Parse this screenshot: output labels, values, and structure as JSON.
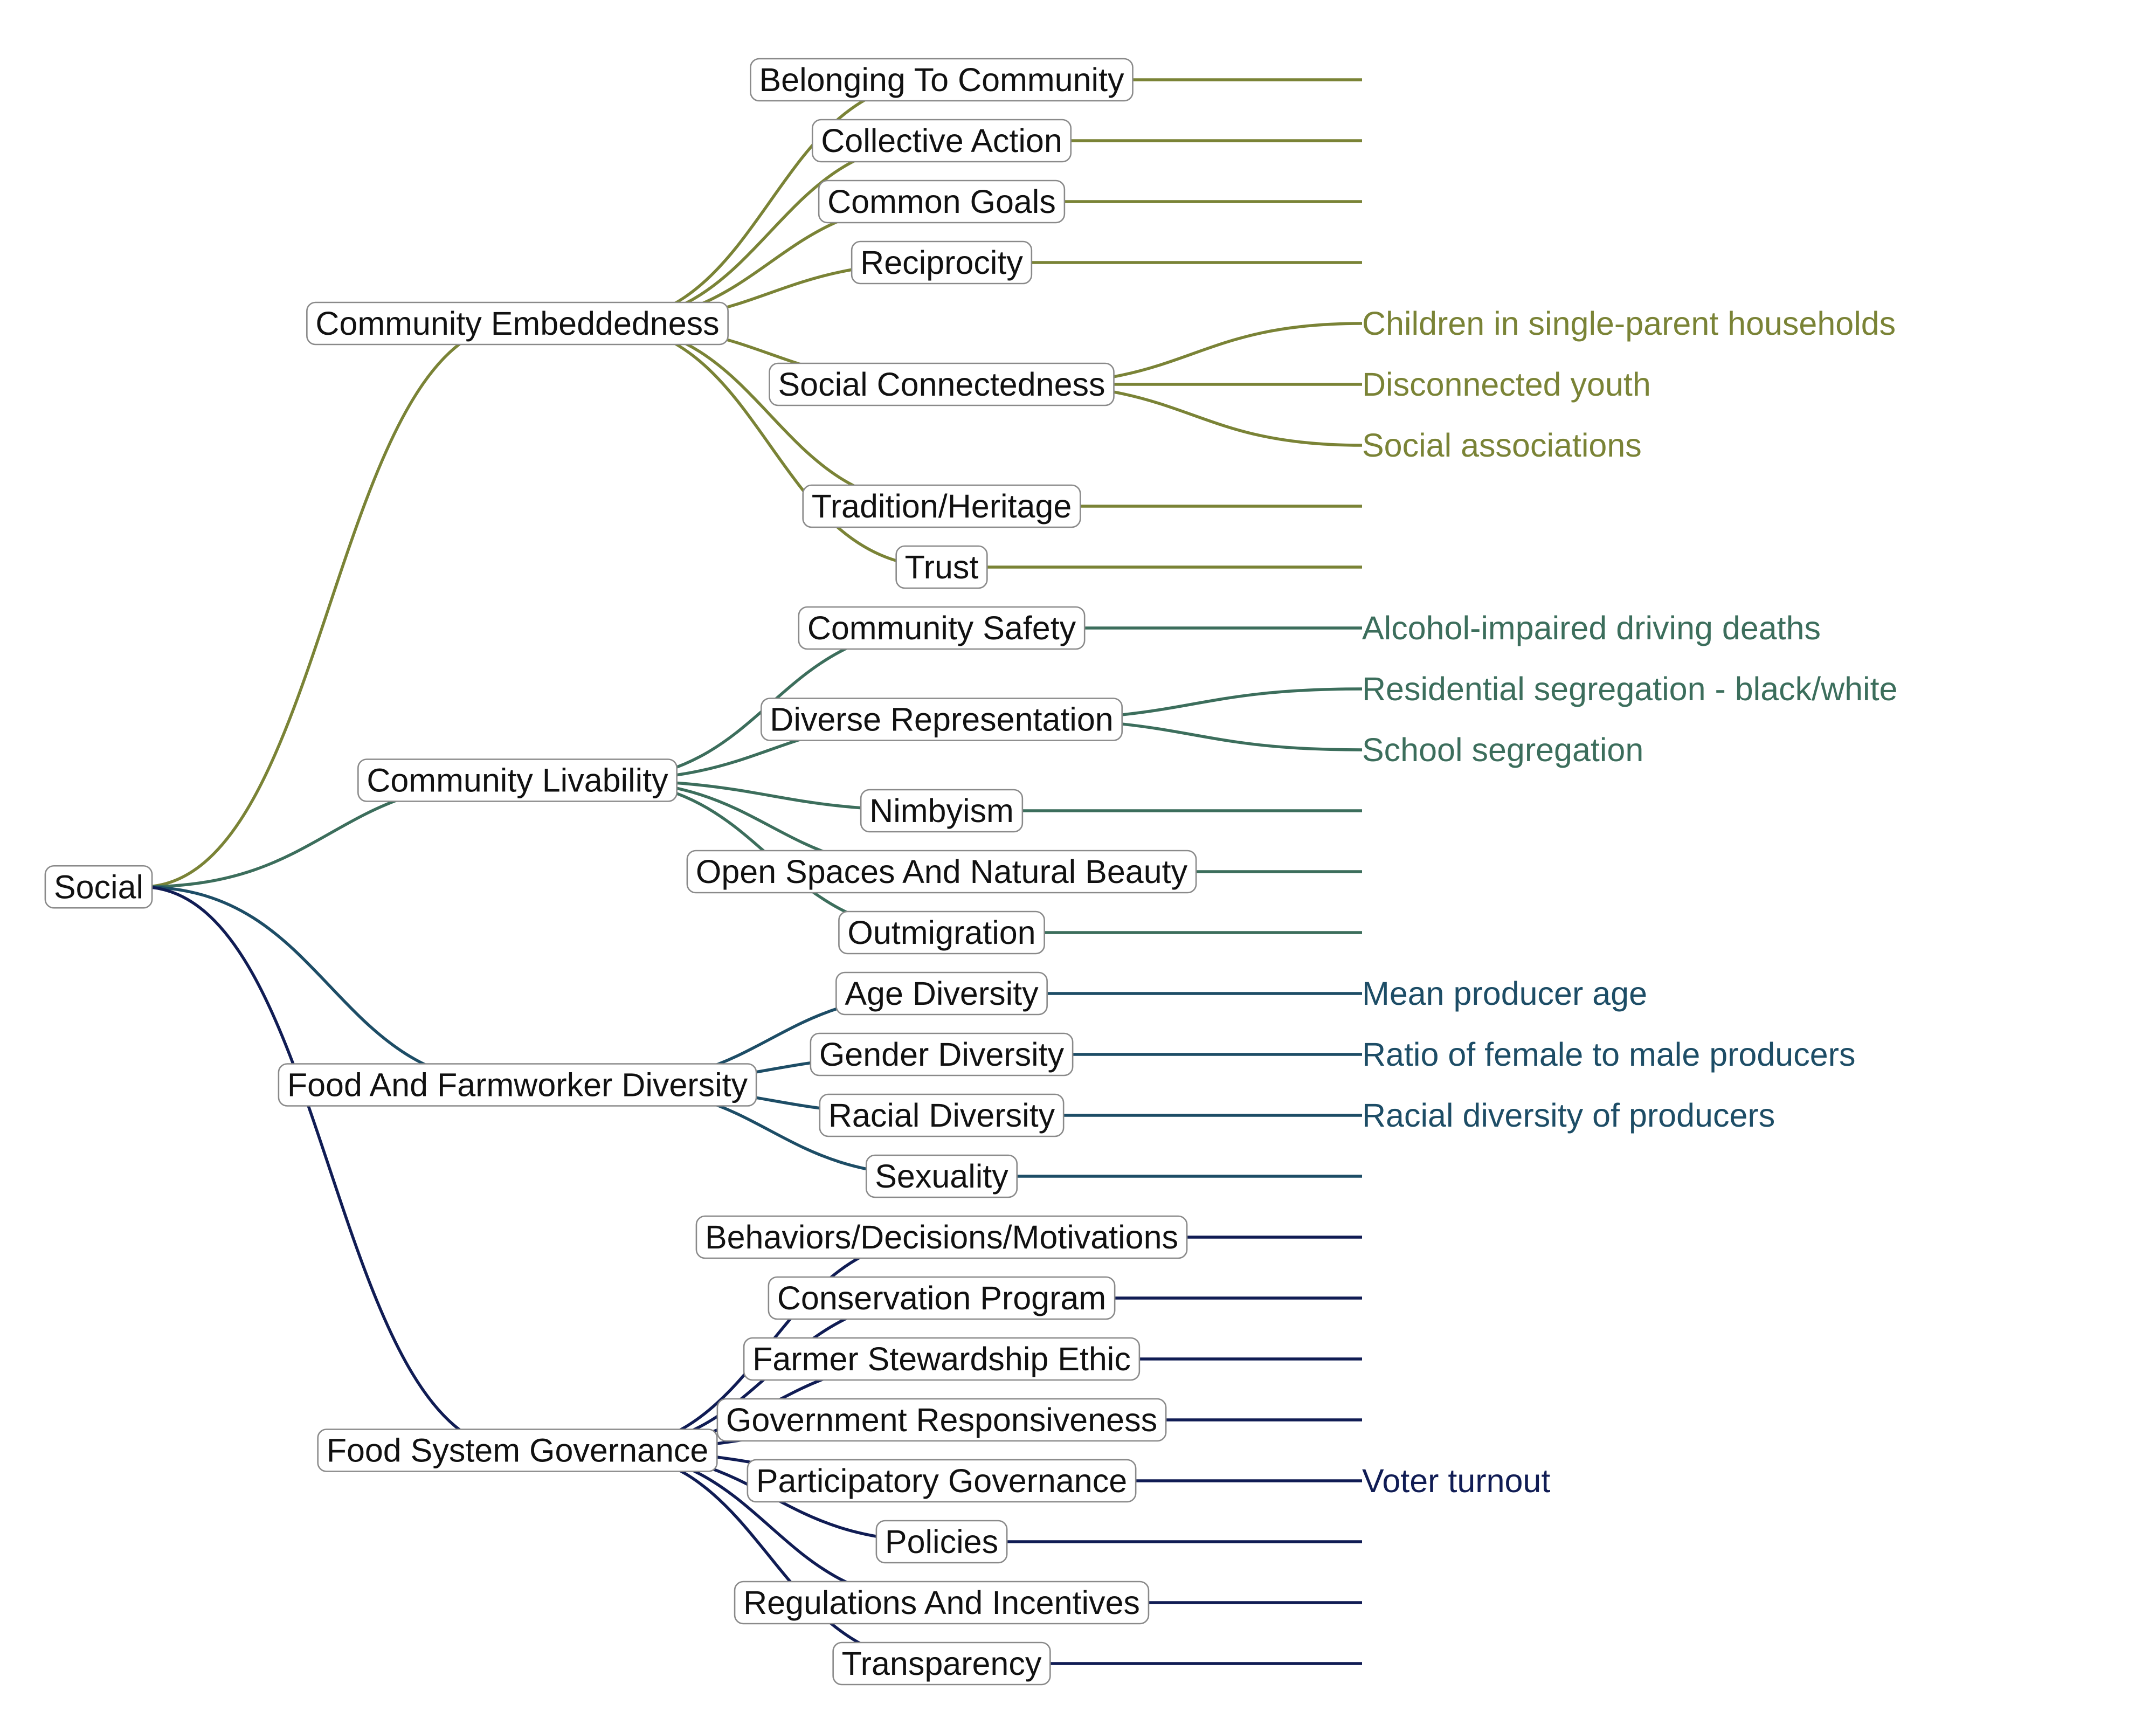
{
  "tree": {
    "root": "Social",
    "colors": {
      "community_embeddedness": "#7a8336",
      "community_livability": "#3c6e5c",
      "food_and_farmworker_diversity": "#1d4d66",
      "food_system_governance": "#101c54"
    },
    "branches": [
      {
        "key": "community_embeddedness",
        "label": "Community Embeddedness",
        "children": [
          {
            "label": "Belonging To Community",
            "indicators": []
          },
          {
            "label": "Collective Action",
            "indicators": []
          },
          {
            "label": "Common Goals",
            "indicators": []
          },
          {
            "label": "Reciprocity",
            "indicators": []
          },
          {
            "label": "Social Connectedness",
            "indicators": [
              "Children in single-parent households",
              "Disconnected youth",
              "Social associations"
            ]
          },
          {
            "label": "Tradition/Heritage",
            "indicators": []
          },
          {
            "label": "Trust",
            "indicators": []
          }
        ]
      },
      {
        "key": "community_livability",
        "label": "Community Livability",
        "children": [
          {
            "label": "Community Safety",
            "indicators": [
              "Alcohol-impaired driving deaths"
            ]
          },
          {
            "label": "Diverse Representation",
            "indicators": [
              "Residential segregation - black/white",
              "School segregation"
            ]
          },
          {
            "label": "Nimbyism",
            "indicators": []
          },
          {
            "label": "Open Spaces And Natural Beauty",
            "indicators": []
          },
          {
            "label": "Outmigration",
            "indicators": []
          }
        ]
      },
      {
        "key": "food_and_farmworker_diversity",
        "label": "Food And Farmworker Diversity",
        "children": [
          {
            "label": "Age Diversity",
            "indicators": [
              "Mean producer age"
            ]
          },
          {
            "label": "Gender Diversity",
            "indicators": [
              "Ratio of female to male producers"
            ]
          },
          {
            "label": "Racial Diversity",
            "indicators": [
              "Racial diversity of producers"
            ]
          },
          {
            "label": "Sexuality",
            "indicators": []
          }
        ]
      },
      {
        "key": "food_system_governance",
        "label": "Food System Governance",
        "children": [
          {
            "label": "Behaviors/Decisions/Motivations",
            "indicators": []
          },
          {
            "label": "Conservation Program",
            "indicators": []
          },
          {
            "label": "Farmer Stewardship Ethic",
            "indicators": []
          },
          {
            "label": "Government Responsiveness",
            "indicators": []
          },
          {
            "label": "Participatory Governance",
            "indicators": [
              "Voter turnout"
            ]
          },
          {
            "label": "Policies",
            "indicators": []
          },
          {
            "label": "Regulations And Incentives",
            "indicators": []
          },
          {
            "label": "Transparency",
            "indicators": []
          }
        ]
      }
    ]
  }
}
